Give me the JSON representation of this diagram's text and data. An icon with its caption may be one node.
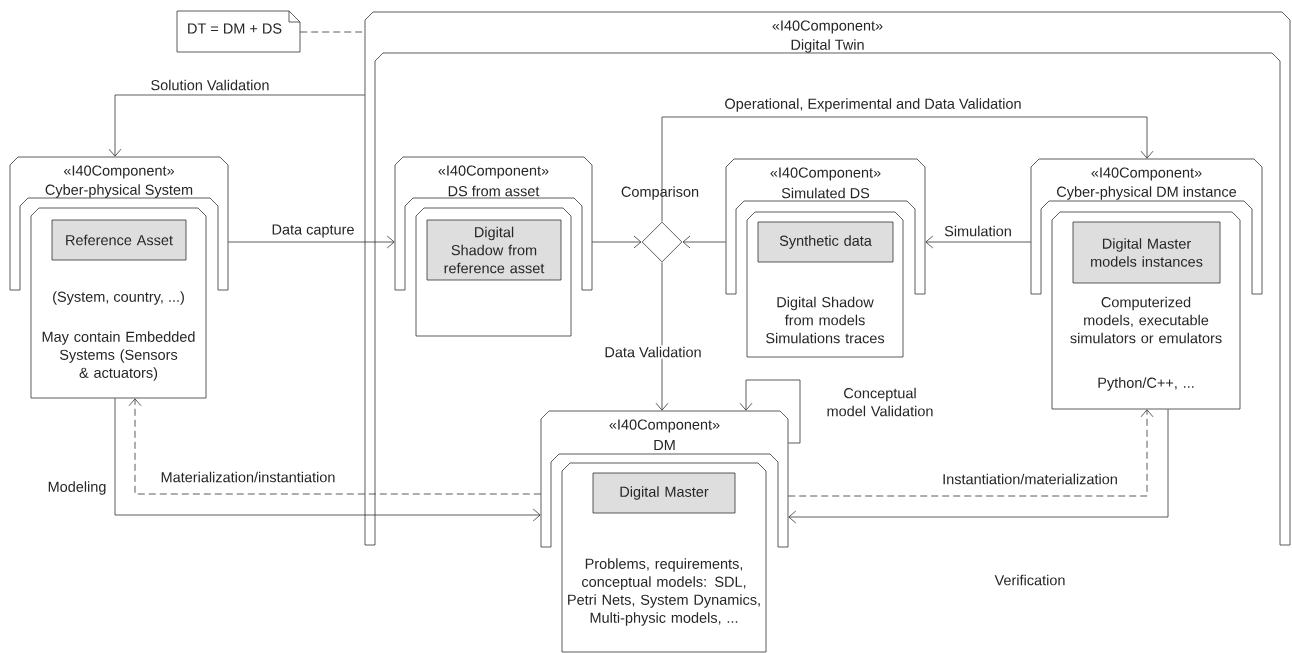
{
  "diagram": {
    "nodes": [
      {
        "text": [
          "«I40Component»",
          "Digital Twin"
        ]
      },
      {
        "text": [
          "DT = DM + DS"
        ]
      },
      {
        "text": [
          "«I40Component»",
          "Cyber-physical System"
        ]
      },
      {
        "text": [
          "(System, country, ...)",
          "May contain Embedded Systems (Sensors & actuators)"
        ]
      },
      {
        "text": [
          "Reference Asset"
        ],
        "in": 3
      },
      {
        "text": [
          "«I40Component»",
          "DS from asset"
        ],
        "in": 0
      },
      {
        "text": [],
        "shape": "box",
        "in": 0
      },
      {
        "text": [
          "Digital Shadow from reference asset"
        ],
        "in": 6
      },
      {
        "text": [],
        "shape": "diamond",
        "beside": [
          "Comparison"
        ],
        "in": 0
      },
      {
        "text": [
          "«I40Component»",
          "Simulated DS"
        ],
        "in": 0
      },
      {
        "text": [
          "Digital Shadow from models Simulations traces"
        ],
        "in": 0
      },
      {
        "text": [
          "Synthetic data"
        ],
        "in": 10
      },
      {
        "text": [
          "«I40Component»",
          "Cyber-physical DM instance"
        ],
        "in": 0
      },
      {
        "text": [
          "Computerized models, executable simulators or emulators",
          "Python/C++, ..."
        ],
        "in": 0
      },
      {
        "text": [
          "Digital Master models instances"
        ],
        "in": 13
      },
      {
        "text": [
          "«I40Component»",
          "DM"
        ],
        "in": 0
      },
      {
        "text": [
          "Problems, requirements, conceptual models: SDL, Petri Nets, System Dynamics, Multi-physic models, ..."
        ]
      },
      {
        "text": [
          "Digital Master"
        ],
        "in": 16
      }
    ],
    "edges": [
      {
        "from": 1,
        "to": 0,
        "arrow": "none",
        "style": "dashed"
      },
      {
        "from": 0,
        "to": 2,
        "arrow": "to",
        "label": "Solution Validation"
      },
      {
        "from": 2,
        "to": 5,
        "arrow": "to",
        "label": "Data capture"
      },
      {
        "from": 5,
        "to": 8,
        "arrow": "to"
      },
      {
        "from": 9,
        "to": 8,
        "arrow": "to"
      },
      {
        "from": 12,
        "to": 9,
        "arrow": "to",
        "label": "Simulation"
      },
      {
        "from": 8,
        "to": 12,
        "arrow": "to",
        "label": "Operational, Experimental and Data Validation"
      },
      {
        "from": 8,
        "to": 15,
        "arrow": "to",
        "label": "Data Validation"
      },
      {
        "from": 15,
        "to": 15,
        "arrow": "to",
        "label": "Conceptual model Validation"
      },
      {
        "from": 3,
        "to": 15,
        "arrow": "to",
        "label": "Modeling"
      },
      {
        "from": 15,
        "to": 3,
        "arrow": "to",
        "style": "dashed",
        "label": "Materialization/instantiation"
      },
      {
        "from": 15,
        "to": 13,
        "arrow": "to",
        "style": "dashed",
        "label": "Instantiation/materialization"
      },
      {
        "from": 13,
        "to": 15,
        "arrow": "to",
        "label": "Verification"
      }
    ]
  }
}
